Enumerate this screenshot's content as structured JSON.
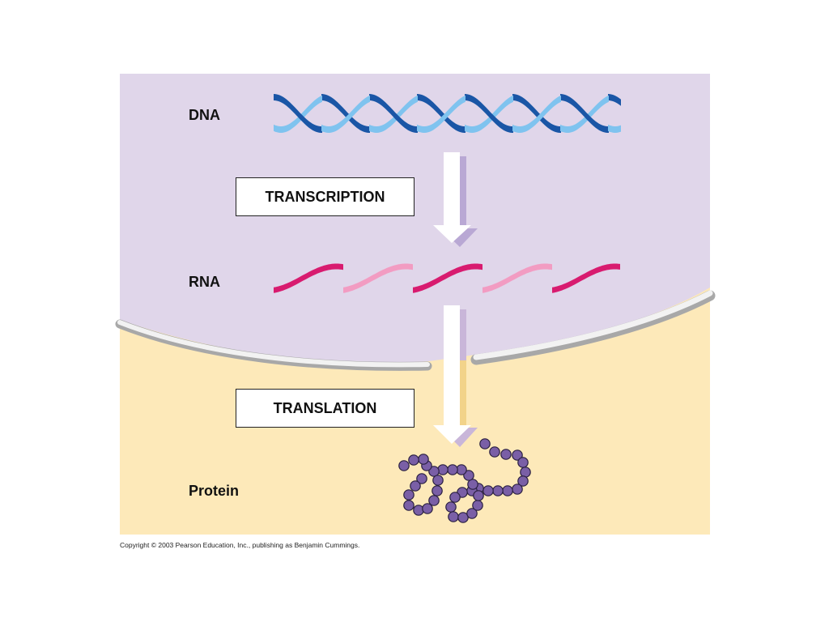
{
  "labels": {
    "dna": "DNA",
    "rna": "RNA",
    "protein": "Protein"
  },
  "processes": {
    "transcription": "TRANSCRIPTION",
    "translation": "TRANSLATION"
  },
  "copyright": "Copyright © 2003 Pearson Education, Inc., publishing as Benjamin Cummings.",
  "colors": {
    "nucleus": "#e0d6ea",
    "cytoplasm": "#fde9b9",
    "dna_dark": "#1a56a6",
    "dna_light": "#7fc3ef",
    "rna_dark": "#d81b6f",
    "rna_light": "#f29cc2",
    "protein_bead": "#7a5fa6",
    "protein_outline": "#2a2040",
    "membrane": "#f2f2f2",
    "membrane_shade": "#a8a8a8"
  }
}
